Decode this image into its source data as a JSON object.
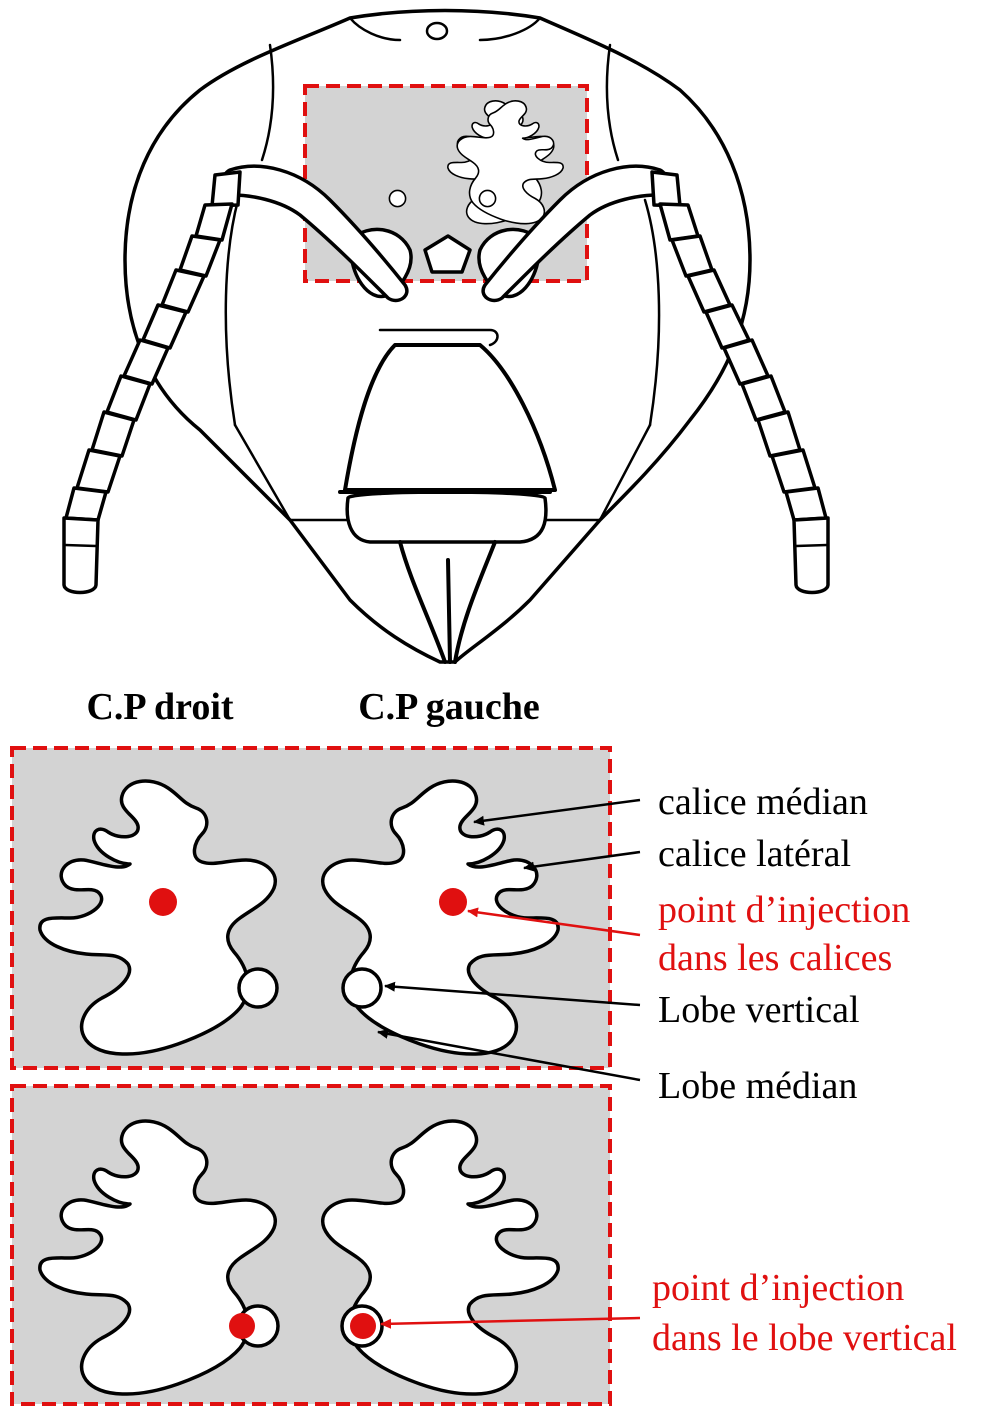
{
  "headers": {
    "right_brain": "C.P droit",
    "left_brain": "C.P gauche"
  },
  "labels": {
    "calice_median": "calice médian",
    "calice_lateral": "calice latéral",
    "injection_calices_line1": "point d’injection",
    "injection_calices_line2": "dans les calices",
    "lobe_vertical": "Lobe vertical",
    "lobe_median": "Lobe médian",
    "injection_lobe_line1": "point d’injection",
    "injection_lobe_line2": "dans le lobe vertical"
  },
  "colors": {
    "highlight": "#e01010",
    "panel": "#d3d3d3",
    "ink": "#000000"
  }
}
